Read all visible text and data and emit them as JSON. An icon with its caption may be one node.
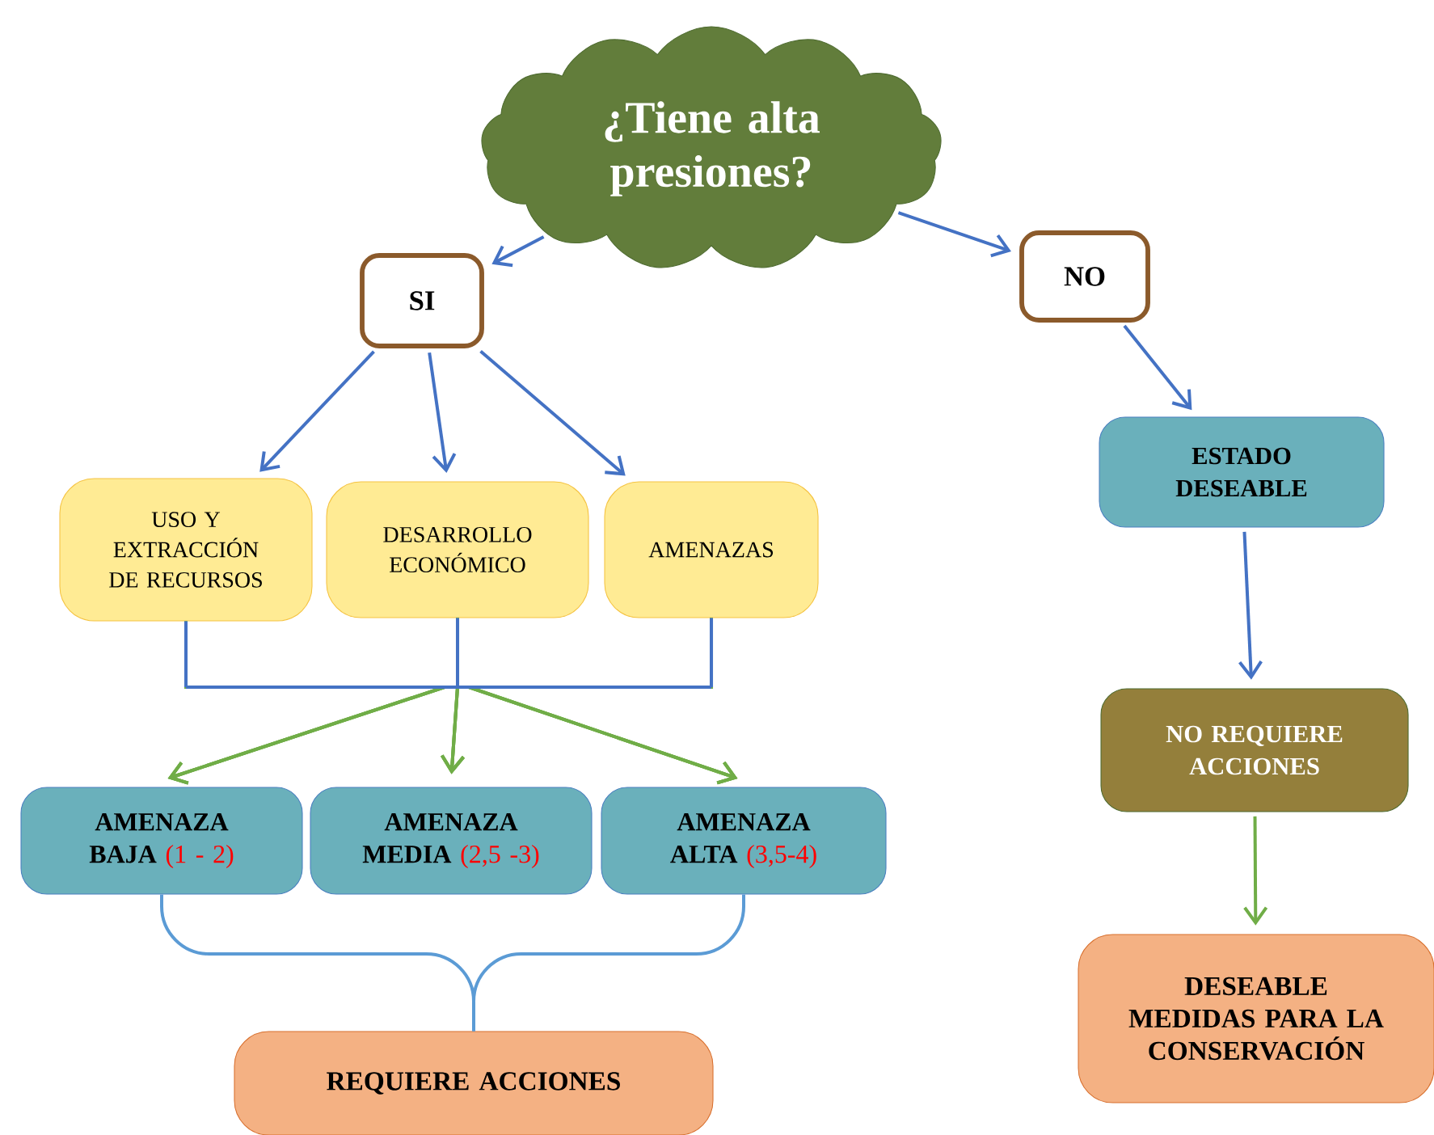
{
  "diagram": {
    "nodes": [
      {
        "text": [
          "¿Tiene alta presiones?"
        ]
      },
      {
        "text": [
          "SI"
        ]
      },
      {
        "text": [
          "NO"
        ]
      },
      {
        "text": [
          "USO Y EXTRACCIÓN DE RECURSOS"
        ]
      },
      {
        "text": [
          "DESARROLLO ECONÓMICO"
        ]
      },
      {
        "text": [
          "AMENAZAS"
        ]
      },
      {
        "text": [
          "AMENAZA BAJA",
          "(1 - 2)"
        ]
      },
      {
        "text": [
          "AMENAZA MEDIA",
          "(2,5 -3)"
        ]
      },
      {
        "text": [
          "AMENAZA ALTA",
          "(3,5-4)"
        ]
      },
      {
        "text": [
          "REQUIERE ACCIONES"
        ]
      },
      {
        "text": [
          "ESTADO DESEABLE"
        ]
      },
      {
        "text": [
          "NO REQUIERE ACCIONES"
        ]
      },
      {
        "text": [
          "DESEABLE MEDIDAS PARA LA CONSERVACIÓN"
        ]
      }
    ],
    "edges": [
      {
        "from": 0,
        "to": 1,
        "arrow": "to",
        "color": "#4472c4"
      },
      {
        "from": 0,
        "to": 2,
        "arrow": "to",
        "color": "#4472c4"
      },
      {
        "from": 1,
        "to": 3,
        "arrow": "to",
        "color": "#4472c4"
      },
      {
        "from": 1,
        "to": 4,
        "arrow": "to",
        "color": "#4472c4"
      },
      {
        "from": 1,
        "to": 5,
        "arrow": "to",
        "color": "#4472c4"
      },
      {
        "from": 3,
        "to": 6,
        "arrow": "to",
        "color": "#70ad47"
      },
      {
        "from": 3,
        "to": 7,
        "arrow": "to",
        "color": "#70ad47"
      },
      {
        "from": 3,
        "to": 8,
        "arrow": "to",
        "color": "#70ad47"
      },
      {
        "from": 4,
        "to": 6,
        "arrow": "to",
        "color": "#70ad47"
      },
      {
        "from": 4,
        "to": 7,
        "arrow": "to",
        "color": "#70ad47"
      },
      {
        "from": 4,
        "to": 8,
        "arrow": "to",
        "color": "#70ad47"
      },
      {
        "from": 5,
        "to": 6,
        "arrow": "to",
        "color": "#70ad47"
      },
      {
        "from": 5,
        "to": 7,
        "arrow": "to",
        "color": "#70ad47"
      },
      {
        "from": 5,
        "to": 8,
        "arrow": "to",
        "color": "#70ad47"
      },
      {
        "from": 6,
        "to": 9,
        "arrow": "none",
        "color": "#5b9bd5"
      },
      {
        "from": 8,
        "to": 9,
        "arrow": "none",
        "color": "#5b9bd5"
      },
      {
        "from": 2,
        "to": 10,
        "arrow": "to",
        "color": "#4472c4"
      },
      {
        "from": 10,
        "to": 11,
        "arrow": "to",
        "color": "#4472c4"
      },
      {
        "from": 11,
        "to": 12,
        "arrow": "to",
        "color": "#70ad47"
      }
    ]
  }
}
